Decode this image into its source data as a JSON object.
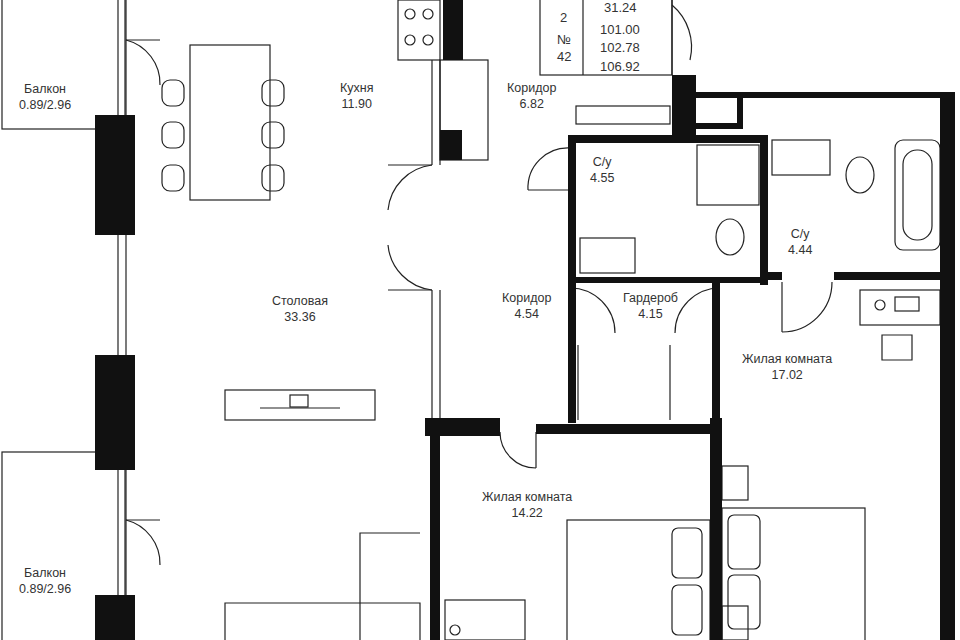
{
  "diagram": {
    "nodes": [
      {
        "text": [
          "Балкон",
          "0.89/2.96"
        ]
      },
      {
        "text": [
          "Кухня",
          "11.90"
        ]
      },
      {
        "text": [
          "Коридор",
          "6.82"
        ]
      },
      {
        "text": [
          "С/у",
          "4.55"
        ]
      },
      {
        "text": [
          "Столовая",
          "33.36"
        ]
      },
      {
        "text": [
          "Коридор",
          "4.54"
        ]
      },
      {
        "text": [
          "Гардероб",
          "4.15"
        ]
      },
      {
        "text": [
          "С/у",
          "4.44"
        ]
      },
      {
        "text": [
          "Жилая комната",
          "17.02"
        ]
      },
      {
        "text": [
          "Жилая комната",
          "14.22"
        ]
      },
      {
        "text": [
          "Балкон",
          "0.89/2.96"
        ]
      }
    ],
    "labels": [
      "2",
      "№",
      "42",
      "31.24",
      "101.00",
      "102.78",
      "106.92"
    ]
  }
}
